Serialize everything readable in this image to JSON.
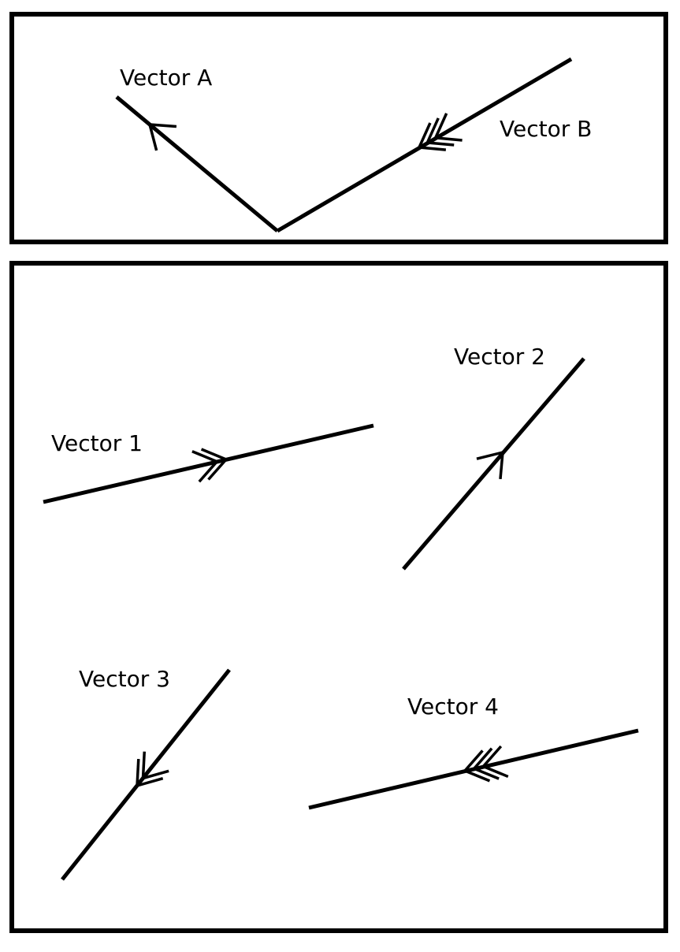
{
  "top_panel": {
    "vector_a": {
      "label": "Vector A",
      "arrow_count": 1
    },
    "vector_b": {
      "label": "Vector B",
      "arrow_count": 3
    }
  },
  "bottom_panel": {
    "vector_1": {
      "label": "Vector 1",
      "arrow_count": 2
    },
    "vector_2": {
      "label": "Vector 2",
      "arrow_count": 1
    },
    "vector_3": {
      "label": "Vector 3",
      "arrow_count": 2
    },
    "vector_4": {
      "label": "Vector 4",
      "arrow_count": 3
    }
  },
  "colors": {
    "stroke": "#000000",
    "background": "#ffffff"
  }
}
